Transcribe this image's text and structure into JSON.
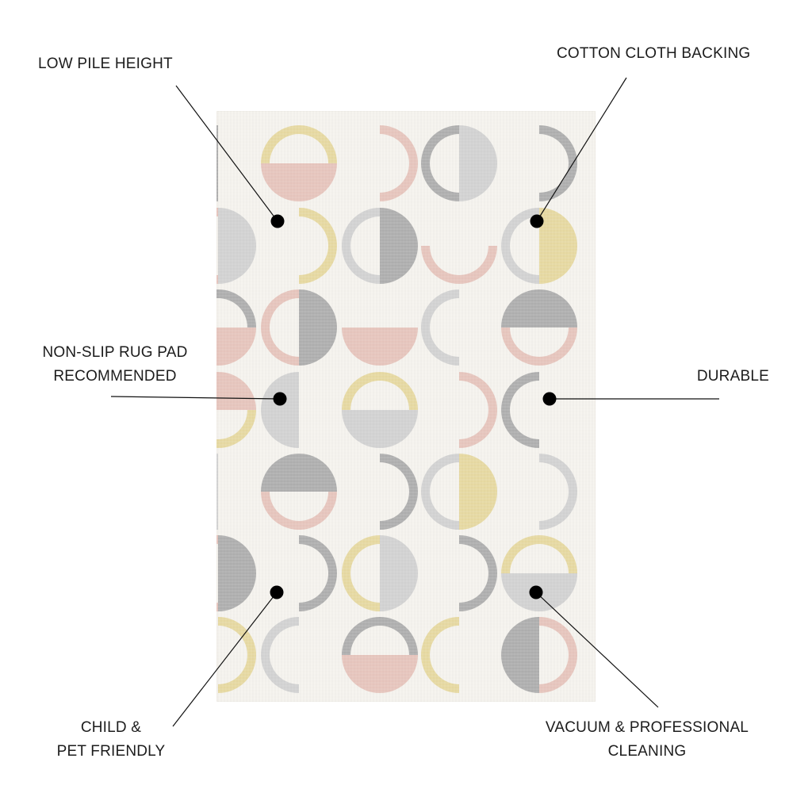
{
  "features": {
    "low_pile": {
      "lines": [
        "LOW PILE HEIGHT"
      ]
    },
    "cotton_backing": {
      "lines": [
        "COTTON CLOTH BACKING"
      ]
    },
    "non_slip": {
      "lines": [
        "NON-SLIP RUG PAD",
        "RECOMMENDED"
      ]
    },
    "durable": {
      "lines": [
        "DURABLE"
      ]
    },
    "child_pet": {
      "lines": [
        "CHILD &",
        "PET FRIENDLY"
      ]
    },
    "vacuum": {
      "lines": [
        "VACUUM & PROFESSIONAL",
        "CLEANING"
      ]
    }
  },
  "colors": {
    "rug_background": "#f5f3ee",
    "pattern_gray": "#a8a8a8",
    "pattern_light_gray": "#cfcfcf",
    "pattern_pink": "#e6c1b8",
    "pattern_yellow": "#e6d79a",
    "callout_line": "#111111"
  }
}
